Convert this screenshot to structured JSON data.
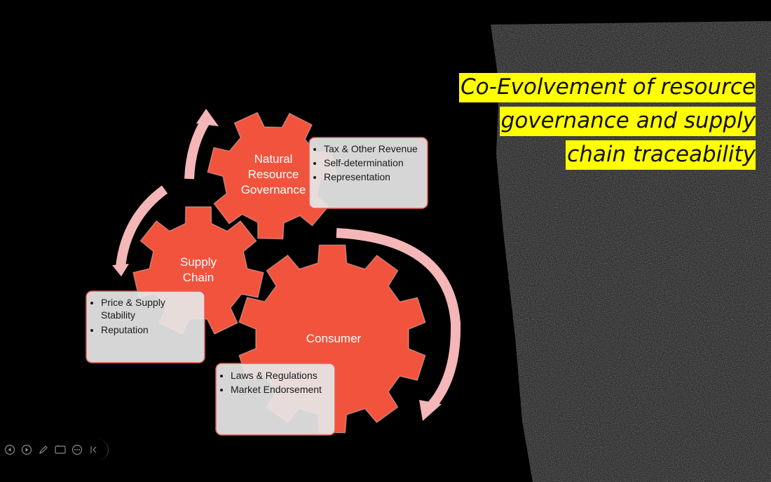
{
  "title": {
    "lines": [
      "Co-Evolvement of resource",
      "governance and supply",
      "chain traceability"
    ],
    "highlight_color": "#ffff00"
  },
  "colors": {
    "gear": "#f2533d",
    "arrow": "#f4b6b6",
    "box_fill": "#e6e6e6",
    "box_border": "#e85a50",
    "background": "#000000"
  },
  "gears": {
    "natural": {
      "label": "Natural\nResource\nGovernance"
    },
    "supply": {
      "label": "Supply\nChain"
    },
    "consumer": {
      "label": "Consumer"
    }
  },
  "boxes": {
    "natural": {
      "items": [
        "Tax & Other Revenue",
        "Self-determination",
        "Representation"
      ]
    },
    "supply": {
      "items": [
        "Price & Supply Stability",
        "Reputation"
      ]
    },
    "consumer": {
      "items": [
        "Laws & Regulations",
        "Market Endorsement"
      ]
    }
  },
  "toolbar": {
    "icons": [
      "previous-icon",
      "next-icon",
      "pen-icon",
      "screen-icon",
      "more-icon",
      "collapse-icon"
    ]
  }
}
